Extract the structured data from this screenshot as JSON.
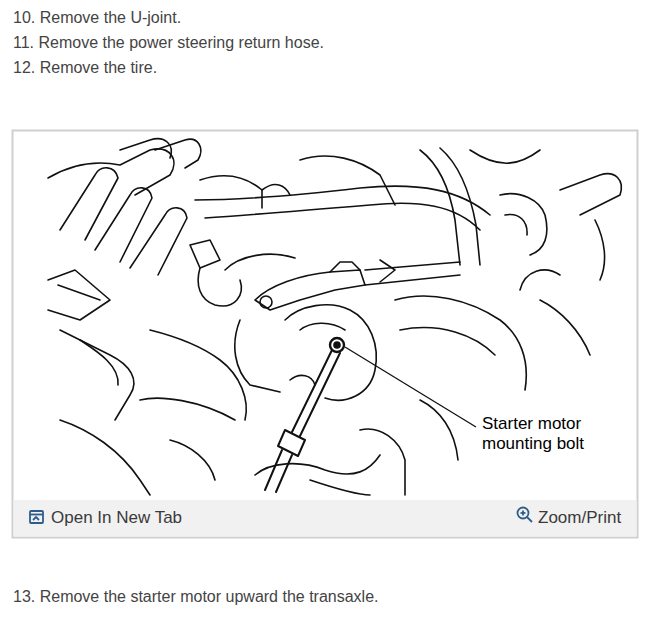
{
  "diagram": {
    "labels": [
      "10. Remove the U-joint.",
      "11. Remove the power steering return hose.",
      "12. Remove the tire.",
      "Starter motor mounting bolt",
      "Open In New Tab",
      "Zoom/Print",
      "13. Remove the starter motor upward the transaxle."
    ]
  }
}
